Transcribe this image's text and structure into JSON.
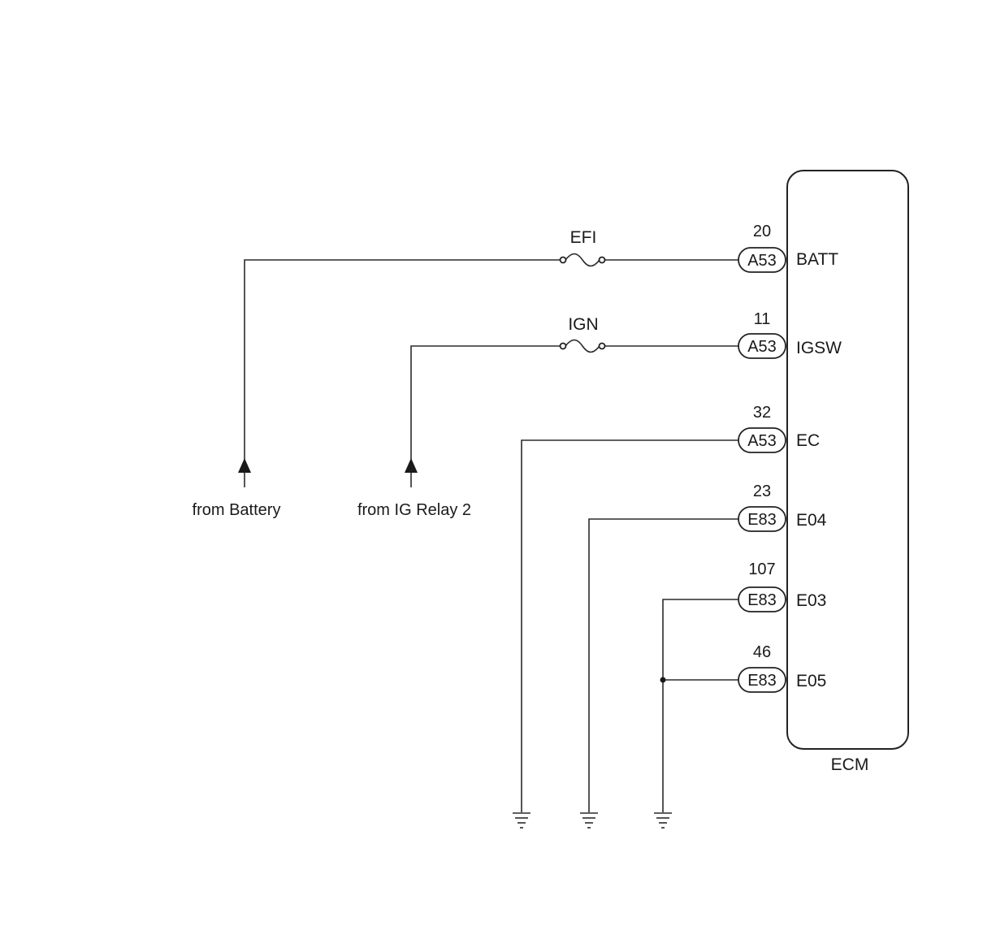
{
  "ecm": {
    "label": "ECM",
    "terminals": [
      {
        "pin": "20",
        "connector": "A53",
        "name": "BATT"
      },
      {
        "pin": "11",
        "connector": "A53",
        "name": "IGSW"
      },
      {
        "pin": "32",
        "connector": "A53",
        "name": "EC"
      },
      {
        "pin": "23",
        "connector": "E83",
        "name": "E04"
      },
      {
        "pin": "107",
        "connector": "E83",
        "name": "E03"
      },
      {
        "pin": "46",
        "connector": "E83",
        "name": "E05"
      }
    ]
  },
  "fuses": [
    {
      "label": "EFI"
    },
    {
      "label": "IGN"
    }
  ],
  "sources": [
    {
      "label": "from Battery"
    },
    {
      "label": "from IG Relay 2"
    }
  ]
}
